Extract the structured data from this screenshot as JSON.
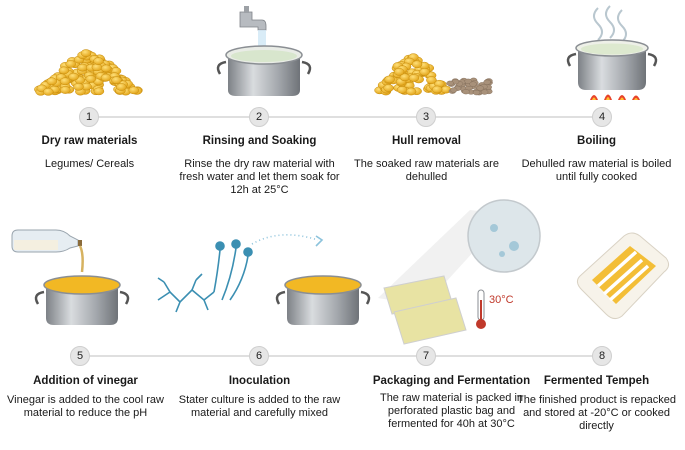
{
  "steps": [
    {
      "number": "1",
      "title": "Dry raw materials",
      "description": "Legumes/ Cereals"
    },
    {
      "number": "2",
      "title": "Rinsing and Soaking",
      "description": "Rinse the dry raw material with fresh water and let them soak for 12h at 25°C"
    },
    {
      "number": "3",
      "title": "Hull removal",
      "description": "The soaked raw materials are dehulled"
    },
    {
      "number": "4",
      "title": "Boiling",
      "description": "Dehulled raw material is boiled until fully cooked"
    },
    {
      "number": "5",
      "title": "Addition of vinegar",
      "description": "Vinegar is added to the cool raw material to reduce the pH"
    },
    {
      "number": "6",
      "title": "Inoculation",
      "description": "Stater culture is added to the raw material and carefully mixed"
    },
    {
      "number": "7",
      "title": "Packaging and Fermentation",
      "description": "The raw material is packed in perforated plastic bag and fermented for 40h at 30°C"
    },
    {
      "number": "8",
      "title": "Fermented Tempeh",
      "description": "The finished product is repacked and stored at -20°C or cooked directly"
    }
  ],
  "thermometer_label": "30°C",
  "colors": {
    "grain": "#f2b824",
    "pot": "#a6aaaf",
    "liquid": "#dfe8d9",
    "mold": "#3b8fb2",
    "flame": "#e8442a",
    "bag": "#e8e3a3"
  }
}
